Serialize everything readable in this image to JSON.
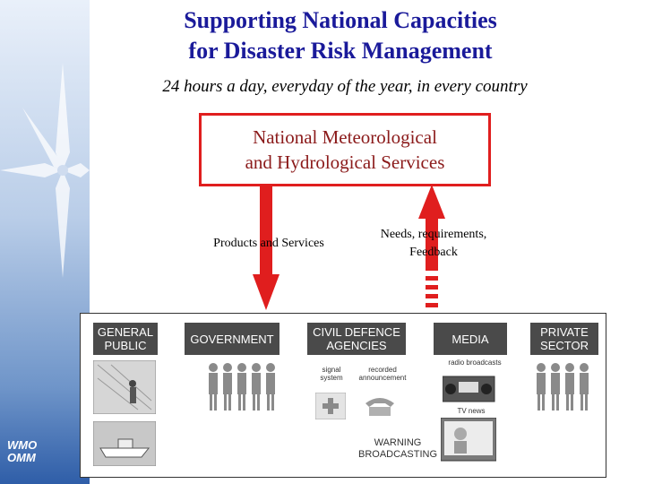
{
  "slide": {
    "title": "Supporting National Capacities\nfor Disaster Risk Management",
    "subtitle": "24 hours a day, everyday of the year, in every country",
    "logo_text": "WMO\nOMM"
  },
  "nmhs_box": {
    "label": "National Meteorological\nand Hydrological Services",
    "border_color": "#e01e1e"
  },
  "flows": {
    "down_label": "Products and Services",
    "up_label": "Needs, requirements,\nFeedback",
    "arrow_color": "#e01e1e"
  },
  "stakeholders": {
    "general_public": "GENERAL\nPUBLIC",
    "government": "GOVERNMENT",
    "civil_defence": "CIVIL DEFENCE\nAGENCIES",
    "media": "MEDIA",
    "private_sector": "PRIVATE\nSECTOR"
  },
  "channels": {
    "signal_system": "signal\nsystem",
    "recorded_announcement": "recorded\nannouncement",
    "radio_broadcasts": "radio broadcasts",
    "tv_news": "TV news",
    "warning_broadcasting": "WARNING\nBROADCASTING"
  }
}
